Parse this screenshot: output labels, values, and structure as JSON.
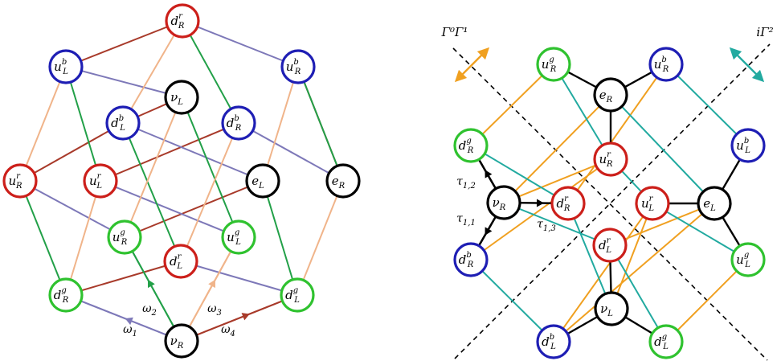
{
  "colors": {
    "node_red": "#cc1f1a",
    "node_blue": "#1e1eb4",
    "node_green": "#2fc22f",
    "node_black": "#000000",
    "edge_red": "#a83a2a",
    "edge_purple": "#7d78b8",
    "edge_green": "#22a048",
    "edge_peach": "#f0b48a",
    "edge_orange": "#f0a020",
    "edge_teal": "#22aaa0",
    "edge_black": "#000000"
  },
  "left": {
    "nodes": {
      "dR_r": {
        "base": "d",
        "sup": "r",
        "sub": "R",
        "ring": "red"
      },
      "uL_b": {
        "base": "u",
        "sup": "b",
        "sub": "L",
        "ring": "blue"
      },
      "uR_b": {
        "base": "u",
        "sup": "b",
        "sub": "R",
        "ring": "blue"
      },
      "nu_L": {
        "base": "ν",
        "sup": "",
        "sub": "L",
        "ring": "black"
      },
      "dL_b": {
        "base": "d",
        "sup": "b",
        "sub": "L",
        "ring": "blue"
      },
      "dR_b": {
        "base": "d",
        "sup": "b",
        "sub": "R",
        "ring": "blue"
      },
      "uR_r": {
        "base": "u",
        "sup": "r",
        "sub": "R",
        "ring": "red"
      },
      "uL_r": {
        "base": "u",
        "sup": "r",
        "sub": "L",
        "ring": "red"
      },
      "e_L": {
        "base": "e",
        "sup": "",
        "sub": "L",
        "ring": "black"
      },
      "e_R": {
        "base": "e",
        "sup": "",
        "sub": "R",
        "ring": "black"
      },
      "uR_g": {
        "base": "u",
        "sup": "g",
        "sub": "R",
        "ring": "green"
      },
      "uL_g": {
        "base": "u",
        "sup": "g",
        "sub": "L",
        "ring": "green"
      },
      "dL_r": {
        "base": "d",
        "sup": "r",
        "sub": "L",
        "ring": "red"
      },
      "dR_g": {
        "base": "d",
        "sup": "g",
        "sub": "R",
        "ring": "green"
      },
      "dL_g": {
        "base": "d",
        "sup": "g",
        "sub": "L",
        "ring": "green"
      },
      "nu_R": {
        "base": "ν",
        "sup": "",
        "sub": "R",
        "ring": "black"
      }
    },
    "edge_labels": {
      "w1": {
        "base": "ω",
        "sub": "1"
      },
      "w2": {
        "base": "ω",
        "sub": "2"
      },
      "w3": {
        "base": "ω",
        "sub": "3"
      },
      "w4": {
        "base": "ω",
        "sub": "4"
      }
    }
  },
  "right": {
    "axis_labels": {
      "gamma01": "Γ⁰Γ¹",
      "igamma2": "iΓ²"
    },
    "nodes": {
      "uR_g": {
        "base": "u",
        "sup": "g",
        "sub": "R",
        "ring": "green"
      },
      "uR_b": {
        "base": "u",
        "sup": "b",
        "sub": "R",
        "ring": "blue"
      },
      "e_R": {
        "base": "e",
        "sup": "",
        "sub": "R",
        "ring": "black"
      },
      "dR_g": {
        "base": "d",
        "sup": "g",
        "sub": "R",
        "ring": "green"
      },
      "uL_b": {
        "base": "u",
        "sup": "b",
        "sub": "L",
        "ring": "blue"
      },
      "uR_r": {
        "base": "u",
        "sup": "r",
        "sub": "R",
        "ring": "red"
      },
      "nu_R": {
        "base": "ν",
        "sup": "",
        "sub": "R",
        "ring": "black"
      },
      "dR_r": {
        "base": "d",
        "sup": "r",
        "sub": "R",
        "ring": "red"
      },
      "uL_r": {
        "base": "u",
        "sup": "r",
        "sub": "L",
        "ring": "red"
      },
      "e_L": {
        "base": "e",
        "sup": "",
        "sub": "L",
        "ring": "black"
      },
      "dL_r": {
        "base": "d",
        "sup": "r",
        "sub": "L",
        "ring": "red"
      },
      "dR_b": {
        "base": "d",
        "sup": "b",
        "sub": "R",
        "ring": "blue"
      },
      "uL_g": {
        "base": "u",
        "sup": "g",
        "sub": "L",
        "ring": "green"
      },
      "nu_L": {
        "base": "ν",
        "sup": "",
        "sub": "L",
        "ring": "black"
      },
      "dL_b": {
        "base": "d",
        "sup": "b",
        "sub": "L",
        "ring": "blue"
      },
      "dL_g": {
        "base": "d",
        "sup": "g",
        "sub": "L",
        "ring": "green"
      }
    },
    "edge_labels": {
      "t12": {
        "base": "τ",
        "sub": "1,2"
      },
      "t11": {
        "base": "τ",
        "sub": "1,1"
      },
      "t13": {
        "base": "τ",
        "sub": "1,3"
      }
    }
  }
}
